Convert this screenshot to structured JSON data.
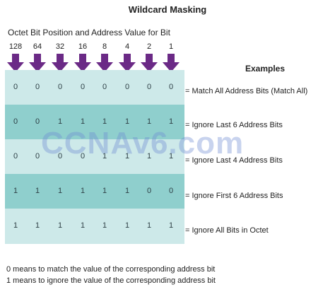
{
  "title": "Wildcard Masking",
  "subtitle": "Octet Bit Position and Address Value for Bit",
  "bit_positions": [
    "128",
    "64",
    "32",
    "16",
    "8",
    "4",
    "2",
    "1"
  ],
  "examples_header": "Examples",
  "rows": [
    {
      "bits": [
        "0",
        "0",
        "0",
        "0",
        "0",
        "0",
        "0",
        "0"
      ],
      "description": "= Match All Address Bits (Match All)"
    },
    {
      "bits": [
        "0",
        "0",
        "1",
        "1",
        "1",
        "1",
        "1",
        "1"
      ],
      "description": "= Ignore Last 6 Address Bits"
    },
    {
      "bits": [
        "0",
        "0",
        "0",
        "0",
        "1",
        "1",
        "1",
        "1"
      ],
      "description": "= Ignore Last 4 Address Bits"
    },
    {
      "bits": [
        "1",
        "1",
        "1",
        "1",
        "1",
        "1",
        "0",
        "0"
      ],
      "description": "= Ignore First 6 Address Bits"
    },
    {
      "bits": [
        "1",
        "1",
        "1",
        "1",
        "1",
        "1",
        "1",
        "1"
      ],
      "description": "= Ignore All Bits in Octet"
    }
  ],
  "legend": [
    "0 means to match the value of the corresponding address bit",
    "1 means to ignore the value of the corresponding address bit"
  ],
  "watermark": "CCNAv6.com",
  "colors": {
    "arrow": "#6b2a86",
    "row_light": "#cde9e9",
    "row_dark": "#8fcfcd",
    "watermark": "#6e8cd2"
  }
}
